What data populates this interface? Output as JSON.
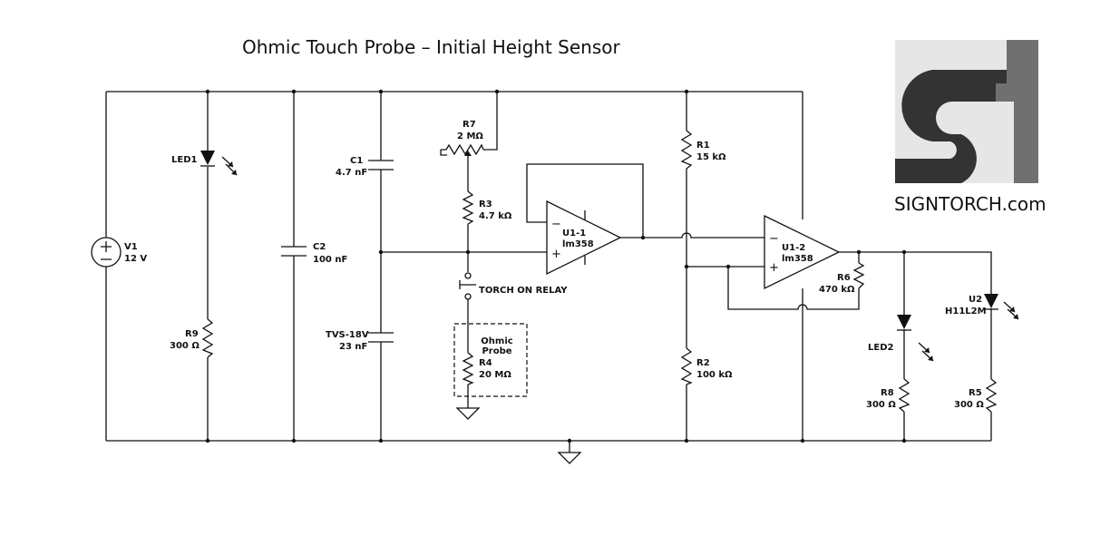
{
  "title": "Ohmic Touch Probe – Initial Height Sensor",
  "brand": {
    "site": "SIGNTORCH.com",
    "logo_colors": {
      "dark": "#333333",
      "mid": "#707070",
      "light": "#e6e6e6"
    }
  },
  "components": {
    "v1": {
      "ref": "V1",
      "value": "12 V"
    },
    "led1": {
      "ref": "LED1"
    },
    "r9": {
      "ref": "R9",
      "value": "300 Ω"
    },
    "c2": {
      "ref": "C2",
      "value": "100 nF"
    },
    "c1": {
      "ref": "C1",
      "value": "4.7 nF"
    },
    "tvs": {
      "ref": "TVS-18V",
      "value": "23 nF"
    },
    "r7": {
      "ref": "R7",
      "value": "2 MΩ"
    },
    "r3": {
      "ref": "R3",
      "value": "4.7 kΩ"
    },
    "relay": {
      "label": "TORCH ON RELAY"
    },
    "probe": {
      "line1": "Ohmic",
      "line2": "Probe"
    },
    "r4": {
      "ref": "R4",
      "value": "20 MΩ"
    },
    "u1_1": {
      "ref": "U1-1",
      "part": "lm358"
    },
    "r1": {
      "ref": "R1",
      "value": "15 kΩ"
    },
    "r2": {
      "ref": "R2",
      "value": "100 kΩ"
    },
    "u1_2": {
      "ref": "U1-2",
      "part": "lm358"
    },
    "r6": {
      "ref": "R6",
      "value": "470 kΩ"
    },
    "led2": {
      "ref": "LED2"
    },
    "r8": {
      "ref": "R8",
      "value": "300 Ω"
    },
    "u2": {
      "ref": "U2",
      "part": "H11L2M"
    },
    "r5": {
      "ref": "R5",
      "value": "300 Ω"
    }
  }
}
